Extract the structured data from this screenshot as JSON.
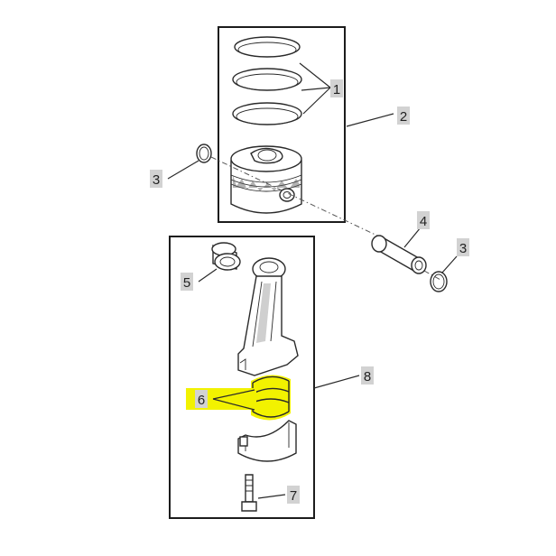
{
  "callouts": {
    "c1": "1",
    "c2": "2",
    "c3a": "3",
    "c3b": "3",
    "c4": "4",
    "c5": "5",
    "c6": "6",
    "c7": "7",
    "c8": "8"
  },
  "colors": {
    "highlight": "#f2f200",
    "label_bg": "#d2d2d2",
    "line": "#2a2a2a"
  }
}
